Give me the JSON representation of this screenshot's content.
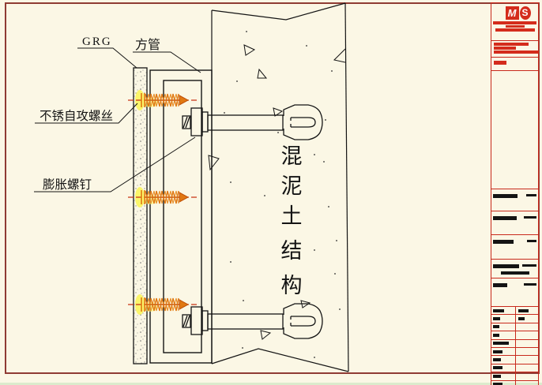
{
  "sheet": {
    "background": "#FBF7E5",
    "frame_color": "#8F3B33",
    "accent_red": "#D42C1C",
    "line_color": "#141414"
  },
  "drawing": {
    "labels": {
      "grg": "GRG",
      "square_tube": "方管",
      "self_tapping_screw": "不锈自攻螺丝",
      "expansion_bolt": "膨胀螺钉"
    },
    "concrete_label": "混泥土结构",
    "concrete_chars": [
      "混",
      "泥",
      "土",
      "结",
      "构"
    ],
    "colors": {
      "screw_orange": "#E07812",
      "highlight_yellow": "#FBF56A",
      "centerline_red": "#C83214"
    }
  },
  "titleblock": {
    "logo_m": "M",
    "logo_s": "S",
    "company_bar_widths": [
      55,
      24,
      50
    ],
    "address_bar_widths": [
      44,
      28,
      57
    ],
    "code_bar_widths": [
      16
    ],
    "field_rows": [
      {
        "label_w": 31,
        "tag_w": 13,
        "extra_w": 0
      },
      {
        "label_w": 30,
        "tag_w": 16,
        "extra_w": 0
      },
      {
        "label_w": 26,
        "tag_w": 12,
        "extra_w": 0
      },
      {
        "label_w": 33,
        "tag_w": 18,
        "extra_w": 36
      },
      {
        "label_w": 18,
        "tag_w": 16,
        "extra_w": 0
      }
    ],
    "grid_rows": [
      {
        "left_w": 14,
        "right_w": 13
      },
      {
        "left_w": 9,
        "right_w": 8
      },
      {
        "left_w": 8,
        "right_w": 0
      },
      {
        "left_w": 8,
        "right_w": 0
      },
      {
        "left_w": 20,
        "right_w": 0
      },
      {
        "left_w": 12,
        "right_w": 0
      },
      {
        "left_w": 10,
        "right_w": 0
      },
      {
        "left_w": 12,
        "right_w": 0
      },
      {
        "left_w": 10,
        "right_w": 0
      },
      {
        "left_w": 12,
        "right_w": 0
      }
    ]
  }
}
